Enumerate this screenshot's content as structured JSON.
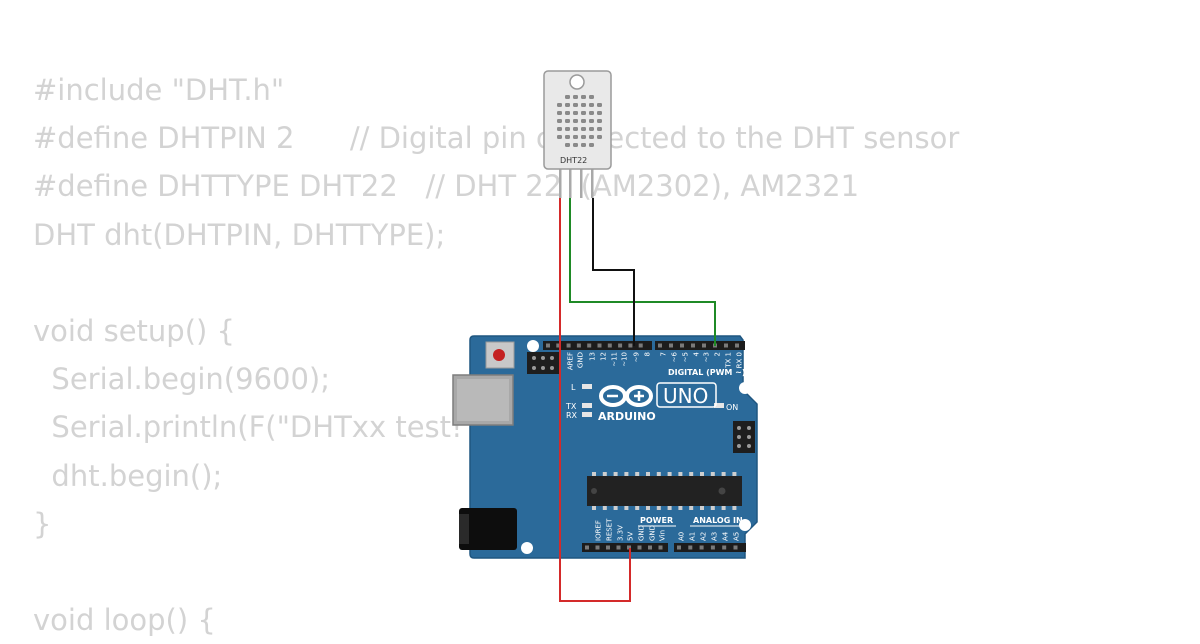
{
  "code_lines": [
    "#include \"DHT.h\"",
    "#define DHTPIN 2      // Digital pin connected to the DHT sensor",
    "#define DHTTYPE DHT22   // DHT 22  (AM2302), AM2321",
    "DHT dht(DHTPIN, DHTTYPE);",
    "",
    "void setup() {",
    "  Serial.begin(9600);",
    "  Serial.println(F(\"DHTxx test!\"));",
    "  dht.begin();",
    "}",
    "",
    "void loop() {"
  ],
  "sensor": {
    "label": "DHT22"
  },
  "board": {
    "brand": "ARDUINO",
    "model": "UNO",
    "digital_label": "DIGITAL (PWM ~)",
    "power_label": "POWER",
    "analog_label": "ANALOG IN",
    "led_labels": [
      "L",
      "TX",
      "RX",
      "ON"
    ],
    "top_pins": [
      "AREF",
      "GND",
      "13",
      "12",
      "~11",
      "~10",
      "~9",
      "8",
      "7",
      "~6",
      "~5",
      "4",
      "~3",
      "2",
      "TX 1",
      "RX 0"
    ],
    "bottom_pins": [
      "IOREF",
      "RESET",
      "3.3V",
      "5V",
      "GND",
      "GND",
      "Vin",
      "A0",
      "A1",
      "A2",
      "A3",
      "A4",
      "A5"
    ]
  },
  "colors": {
    "code_text": "#d3d3d3",
    "board": "#2b6a9a",
    "wire_vcc": "#d42a2a",
    "wire_data": "#1f8a26",
    "wire_gnd": "#111111",
    "sensor_body": "#e9e9e9"
  },
  "icons": {
    "logo": "arduino-infinity-logo",
    "reset": "reset-button-icon",
    "chip": "atmega-chip-icon"
  }
}
